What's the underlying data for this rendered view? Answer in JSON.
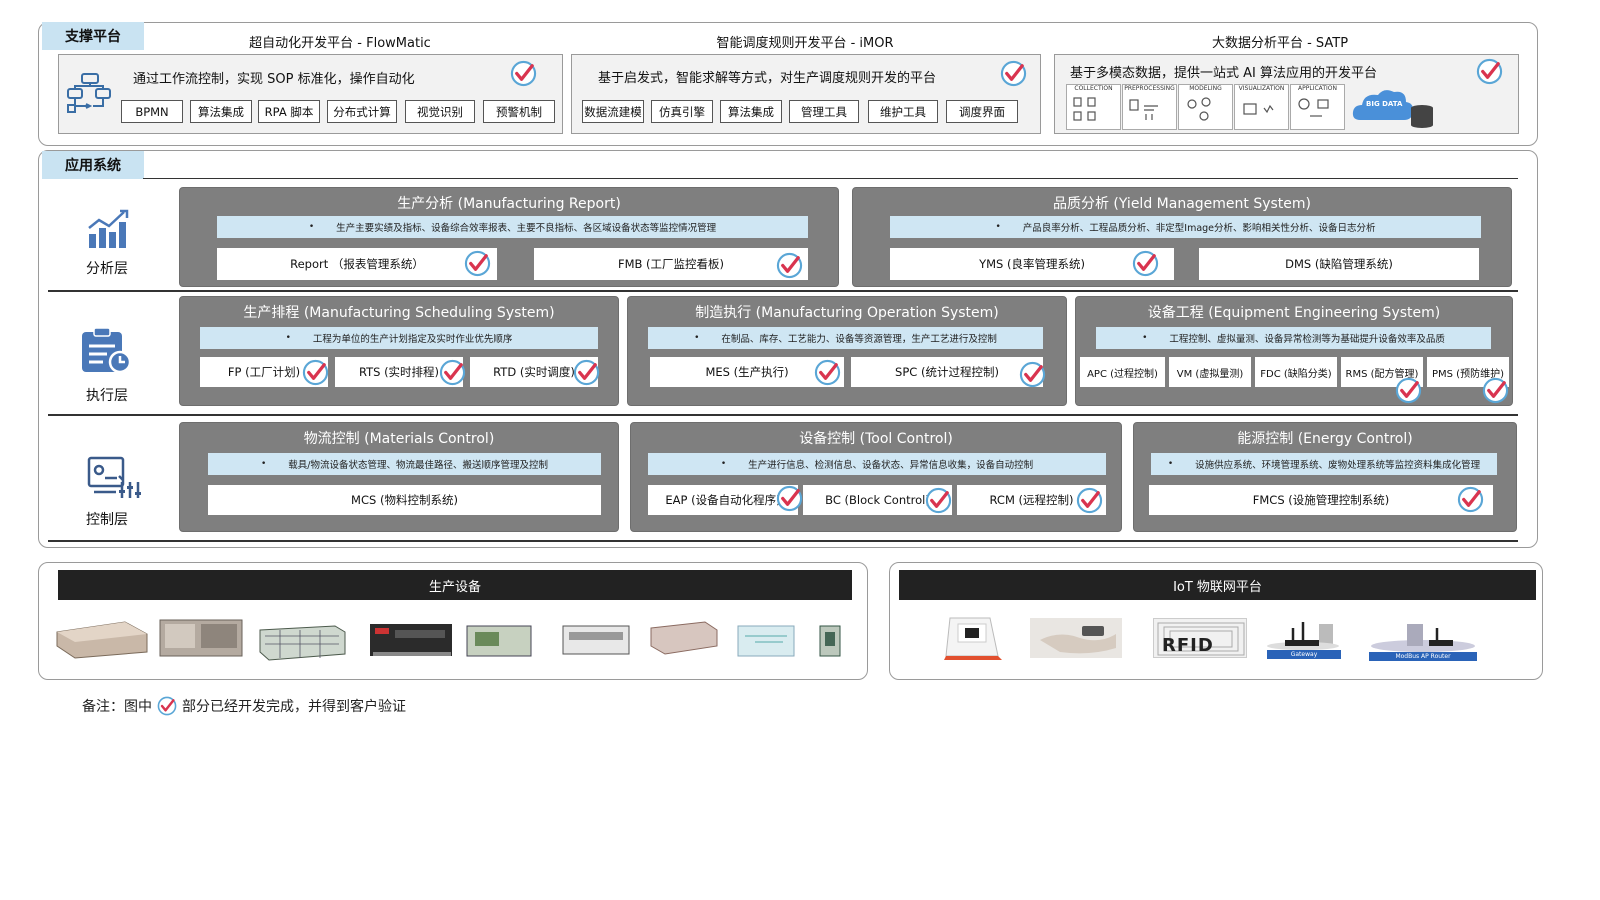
{
  "support": {
    "tab": "支撑平台",
    "platforms": [
      {
        "title": "超自动化开发平台 - FlowMatic",
        "desc": "通过工作流控制，实现 SOP 标准化，操作自动化",
        "tags": [
          "BPMN",
          "算法集成",
          "RPA 脚本",
          "分布式计算",
          "视觉识别",
          "预警机制"
        ]
      },
      {
        "title": "智能调度规则开发平台 - iMOR",
        "desc": "基于启发式，智能求解等方式，对生产调度规则开发的平台",
        "tags": [
          "数据流建模",
          "仿真引擎",
          "算法集成",
          "管理工具",
          "维护工具",
          "调度界面"
        ]
      },
      {
        "title": "大数据分析平台 - SATP",
        "desc": "基于多模态数据，提供一站式 AI 算法应用的开发平台",
        "mini_heads": [
          "COLLECTION",
          "PREPROCESSING",
          "MODELING",
          "VISUALIZATION",
          "APPLICATION"
        ],
        "bigdata": "BIG DATA"
      }
    ]
  },
  "apps": {
    "tab": "应用系统",
    "layers": [
      "分析层",
      "执行层",
      "控制层"
    ],
    "modules": {
      "mfg_report": {
        "title": "生产分析 (Manufacturing Report)",
        "desc": "生产主要实绩及指标、设备综合效率报表、主要不良指标、各区域设备状态等监控情况管理",
        "systems": [
          "Report （报表管理系统）",
          "FMB (工厂监控看板)"
        ]
      },
      "yms": {
        "title": "品质分析 (Yield Management System)",
        "desc": "产品良率分析、工程品质分析、非定型Image分析、影响相关性分析、设备日志分析",
        "systems": [
          "YMS (良率管理系统)",
          "DMS (缺陷管理系统)"
        ]
      },
      "mss": {
        "title": "生产排程 (Manufacturing Scheduling System)",
        "desc": "工程为单位的生产计划指定及实时作业优先顺序",
        "systems": [
          "FP (工厂计划)",
          "RTS (实时排程)",
          "RTD (实时调度)"
        ]
      },
      "mos": {
        "title": "制造执行 (Manufacturing Operation System)",
        "desc": "在制品、库存、工艺能力、设备等资源管理，生产工艺进行及控制",
        "systems": [
          "MES (生产执行)",
          "SPC (统计过程控制)"
        ]
      },
      "ees": {
        "title": "设备工程 (Equipment Engineering System)",
        "desc": "工程控制、虚拟量测、设备异常检测等为基础提升设备效率及品质",
        "systems": [
          "APC (过程控制)",
          "VM (虚拟量测)",
          "FDC (缺陷分类)",
          "RMS (配方管理)",
          "PMS (预防维护)"
        ]
      },
      "mcs": {
        "title": "物流控制 (Materials Control)",
        "desc": "载具/物流设备状态管理、物流最佳路径、搬送顺序管理及控制",
        "systems": [
          "MCS (物料控制系统)"
        ]
      },
      "tool": {
        "title": "设备控制 (Tool Control)",
        "desc": "生产进行信息、检测信息、设备状态、异常信息收集，设备自动控制",
        "systems": [
          "EAP (设备自动化程序)",
          "BC (Block Control)",
          "RCM (远程控制)"
        ]
      },
      "energy": {
        "title": "能源控制 (Energy Control)",
        "desc": "设施供应系统、环境管理系统、废物处理系统等监控资料集成化管理",
        "systems": [
          "FMCS (设施管理控制系统)"
        ]
      }
    }
  },
  "equipment": {
    "title": "生产设备"
  },
  "iot": {
    "title": "IoT 物联网平台",
    "rfid": "RFID",
    "gateway": "Gateway",
    "router": "ModBus AP Router"
  },
  "note": {
    "prefix": "备注：图中",
    "suffix": "部分已经开发完成，并得到客户验证"
  },
  "colors": {
    "check": "#d9344f",
    "tab": "#c9e3f2",
    "module": "#7f7f7f",
    "desc": "#cfe6f3"
  }
}
